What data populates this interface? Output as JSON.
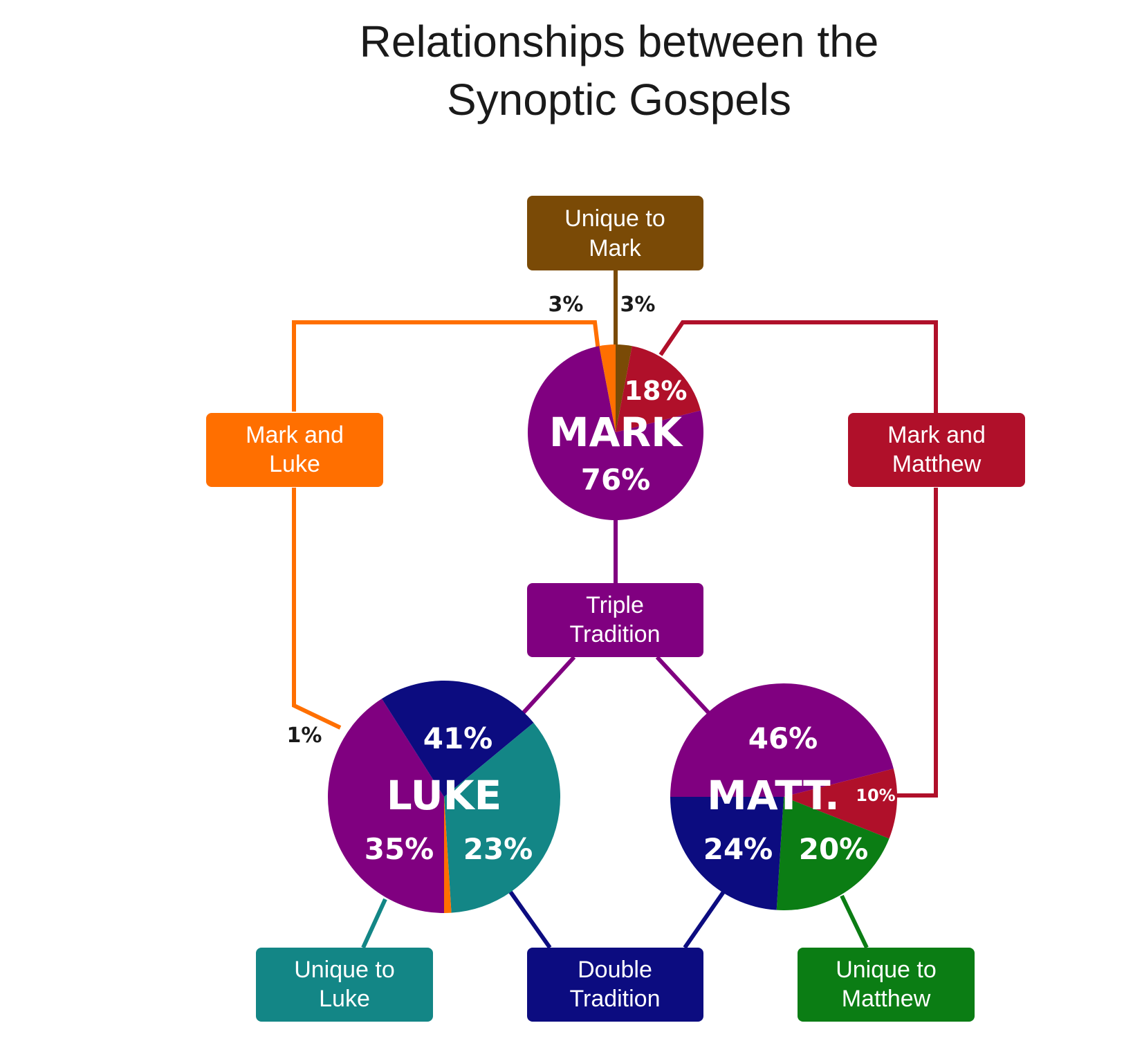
{
  "title": [
    "Relationships between the",
    "Synoptic Gospels"
  ],
  "colors": {
    "purple": "#800080",
    "orange": "#ff6f00",
    "crimson": "#b0102a",
    "brown": "#7a4a06",
    "teal": "#138686",
    "navy": "#0c0c80",
    "green": "#0b7d14"
  },
  "boxes": {
    "unique_mark": [
      "Unique to",
      "Mark"
    ],
    "mark_luke": [
      "Mark and",
      "Luke"
    ],
    "mark_matthew": [
      "Mark and",
      "Matthew"
    ],
    "triple": [
      "Triple",
      "Tradition"
    ],
    "unique_luke": [
      "Unique to",
      "Luke"
    ],
    "double": [
      "Double",
      "Tradition"
    ],
    "unique_matthew": [
      "Unique to",
      "Matthew"
    ]
  },
  "pies": {
    "mark": {
      "name": "MARK",
      "segments": [
        {
          "key": "triple",
          "percent": 76,
          "label": "76%"
        },
        {
          "key": "mark_matthew",
          "percent": 18,
          "label": "18%"
        },
        {
          "key": "mark_luke",
          "percent": 3,
          "label": "3%"
        },
        {
          "key": "unique_mark",
          "percent": 3,
          "label": "3%"
        }
      ]
    },
    "luke": {
      "name": "LUKE",
      "segments": [
        {
          "key": "triple",
          "percent": 41,
          "label": "41%"
        },
        {
          "key": "double",
          "percent": 23,
          "label": "23%"
        },
        {
          "key": "unique_luke",
          "percent": 35,
          "label": "35%"
        },
        {
          "key": "mark_luke",
          "percent": 1,
          "label": "1%"
        }
      ]
    },
    "matthew": {
      "name": "MATT.",
      "segments": [
        {
          "key": "triple",
          "percent": 46,
          "label": "46%"
        },
        {
          "key": "mark_matthew",
          "percent": 10,
          "label": "10%"
        },
        {
          "key": "unique_matthew",
          "percent": 20,
          "label": "20%"
        },
        {
          "key": "double",
          "percent": 24,
          "label": "24%"
        }
      ]
    }
  }
}
